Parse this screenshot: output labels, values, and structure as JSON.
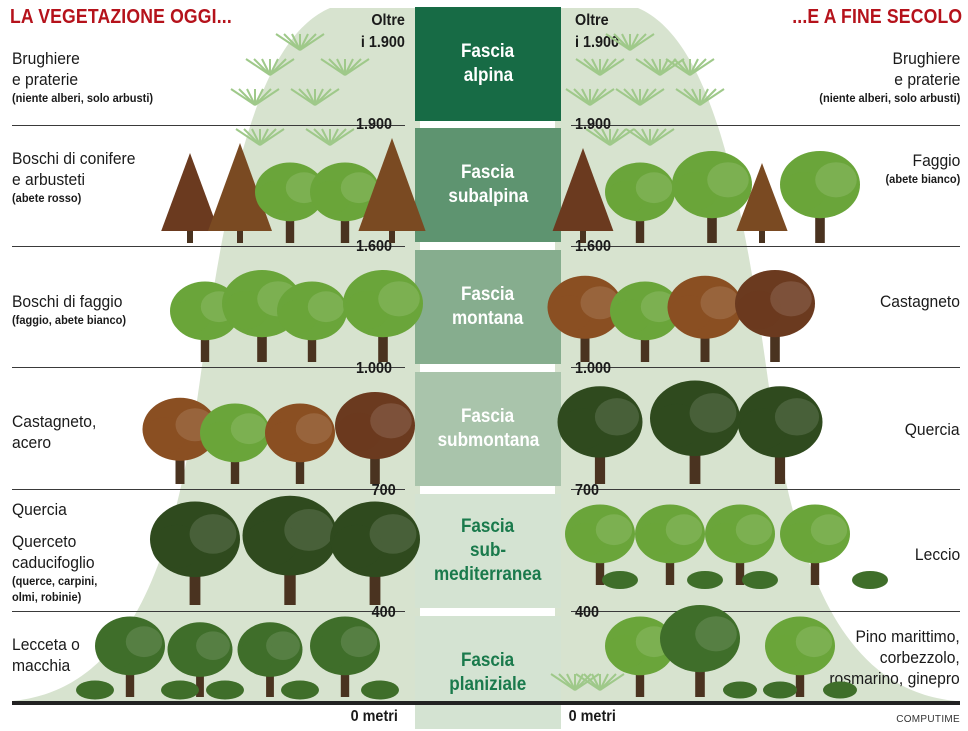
{
  "titles": {
    "left": "LA VEGETAZIONE OGGI...",
    "right": "...E A FINE SECOLO"
  },
  "credit": "COMPUTIME",
  "bands": [
    {
      "lines": [
        "Fascia",
        "alpina"
      ],
      "color": "#176b45",
      "text": "#ffffff"
    },
    {
      "lines": [
        "Fascia",
        "subalpina"
      ],
      "color": "#5e9470",
      "text": "#ffffff"
    },
    {
      "lines": [
        "Fascia",
        "montana"
      ],
      "color": "#86ad8e",
      "text": "#ffffff"
    },
    {
      "lines": [
        "Fascia",
        "submontana"
      ],
      "color": "#a9c4ab",
      "text": "#ffffff"
    },
    {
      "lines": [
        "Fascia",
        "sub-",
        "mediterranea"
      ],
      "color": "#d4e3d2",
      "text": "#1a7a4c"
    },
    {
      "lines": [
        "Fascia",
        "planiziale"
      ],
      "color": "#d4e3d2",
      "text": "#1a7a4c"
    }
  ],
  "altitudes": {
    "top_left": [
      "Oltre",
      "i 1.900"
    ],
    "top_right": [
      "Oltre",
      "i 1.900"
    ],
    "marks": [
      "1.900",
      "1.600",
      "1.000",
      "700",
      "400"
    ],
    "zero": "0 metri"
  },
  "left_labels": [
    {
      "main": [
        "Brughiere",
        "e praterie"
      ],
      "sub": [
        "(niente alberi, solo arbusti)"
      ]
    },
    {
      "main": [
        "Boschi di conifere",
        "e arbusteti"
      ],
      "sub": [
        "(abete rosso)"
      ]
    },
    {
      "main": [
        "Boschi di faggio"
      ],
      "sub": [
        "(faggio, abete bianco)"
      ]
    },
    {
      "main": [
        "Castagneto,",
        "acero"
      ],
      "sub": []
    },
    {
      "main": [
        "Quercia"
      ],
      "sub": []
    },
    {
      "main": [
        "Querceto",
        "caducifoglio"
      ],
      "sub": [
        "(querce, carpini,",
        "olmi, robinie)"
      ]
    },
    {
      "main": [
        "Lecceta o",
        "macchia"
      ],
      "sub": []
    }
  ],
  "right_labels": [
    {
      "main": [
        "Brughiere",
        "e praterie"
      ],
      "sub": [
        "(niente alberi, solo arbusti)"
      ]
    },
    {
      "main": [
        "Faggio"
      ],
      "sub": [
        "(abete bianco)"
      ]
    },
    {
      "main": [
        "Castagneto"
      ],
      "sub": []
    },
    {
      "main": [
        "Quercia"
      ],
      "sub": []
    },
    {
      "main": [
        "Leccio"
      ],
      "sub": []
    },
    {
      "main": [
        "Pino marittimo,",
        "corbezzolo,",
        "rosmarino, ginepro"
      ],
      "sub": []
    }
  ],
  "colors": {
    "mountain": "#d7e3cf",
    "alt_title": "#b5121b",
    "tree_green": "#6aa53a",
    "tree_dark": "#2f4a1e",
    "tree_brown": "#7a4a22",
    "grass": "#9fc98a"
  }
}
